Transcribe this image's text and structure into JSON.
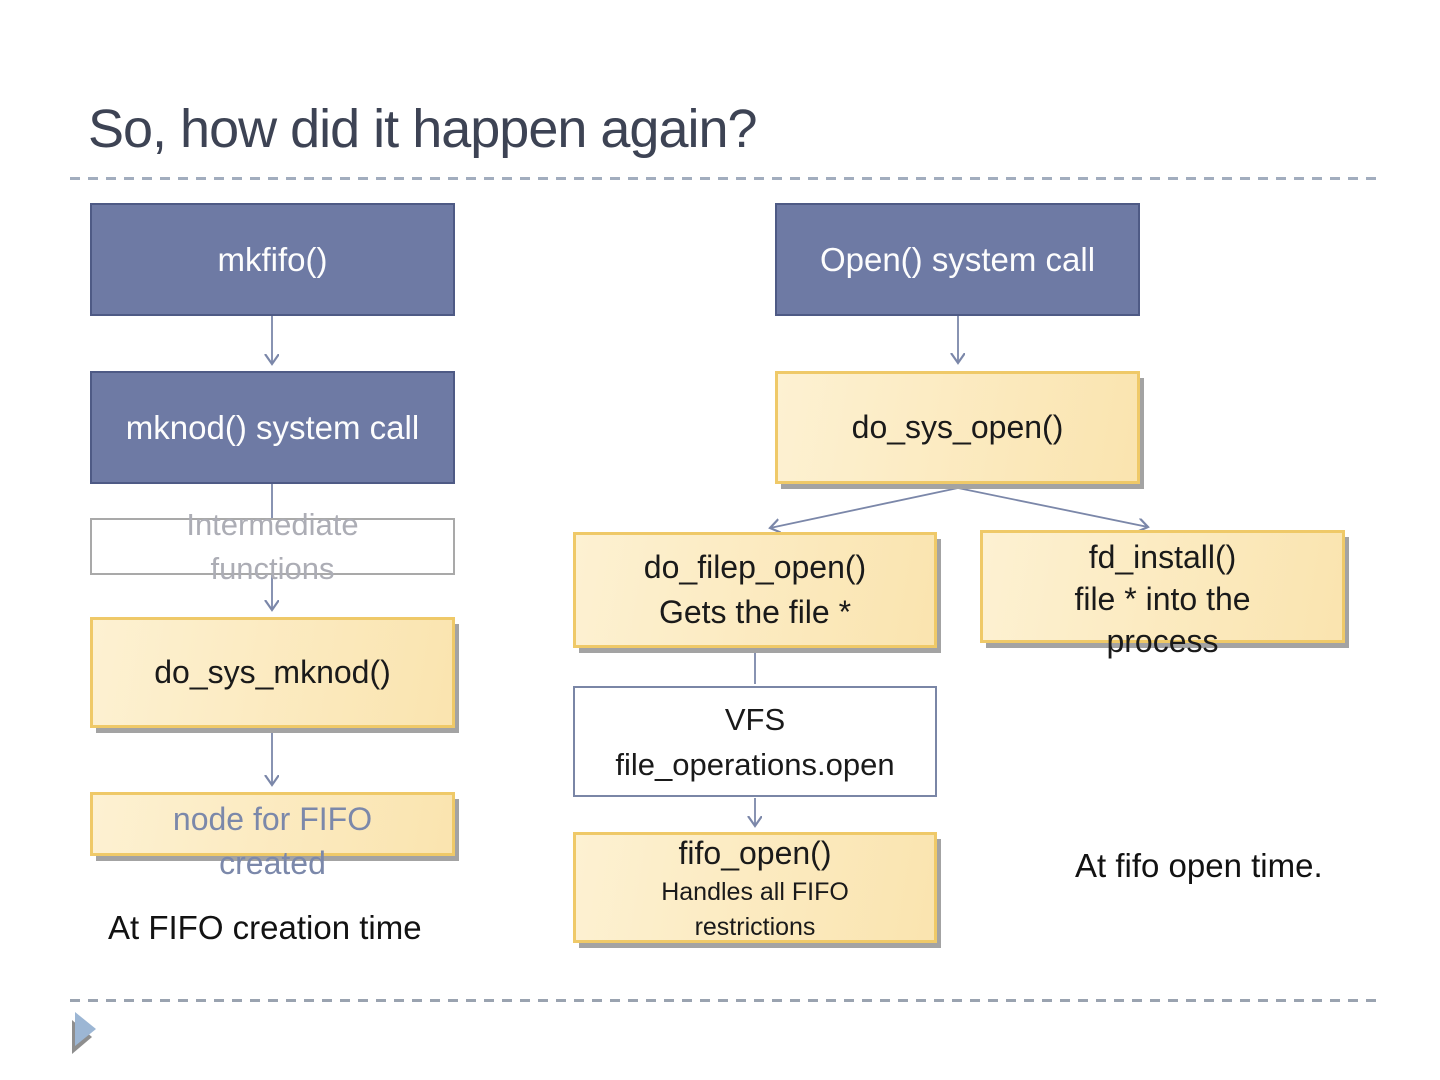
{
  "slide": {
    "title": "So, how did it happen again?"
  },
  "colors": {
    "box_blue_fill": "#6E7AA4",
    "box_blue_border": "#4E5A85",
    "box_yellow_fill": "#FBE7B8",
    "box_yellow_border": "#EFC968",
    "box_gray_border": "#A9A9A9",
    "box_blueline_border": "#7A86A6",
    "connector": "#7B87A9",
    "shadow_gray": "#A3A3A3",
    "title_text": "#3D4354",
    "muted_gray_text": "#ACADB5",
    "node_created_text": "#7B88AA",
    "footer_triangle": "#9CB6D4",
    "dashed_line": "#A2ADBE"
  },
  "left_flow": {
    "nodes": {
      "mkfifo": {
        "label": "mkfifo()"
      },
      "mknod": {
        "label": "mknod() system call"
      },
      "intermediate": {
        "lines": [
          "Intermediate",
          "functions"
        ]
      },
      "do_sys_mknod": {
        "label": "do_sys_mknod()"
      },
      "node_created": {
        "lines": [
          "node for FIFO",
          "created"
        ]
      }
    },
    "caption": "At FIFO creation time"
  },
  "right_flow": {
    "nodes": {
      "open_syscall": {
        "label": "Open() system call"
      },
      "do_sys_open": {
        "label": "do_sys_open()"
      },
      "do_filep_open": {
        "lines": [
          "do_filep_open()",
          "Gets the file *"
        ]
      },
      "fd_install": {
        "lines": [
          "fd_install()",
          "file * into the",
          "process"
        ]
      },
      "vfs": {
        "lines": [
          "VFS",
          "file_operations.open"
        ]
      },
      "fifo_open": {
        "title": "fifo_open()",
        "lines": [
          "Handles all FIFO",
          "restrictions"
        ]
      }
    },
    "caption": "At fifo open time."
  }
}
